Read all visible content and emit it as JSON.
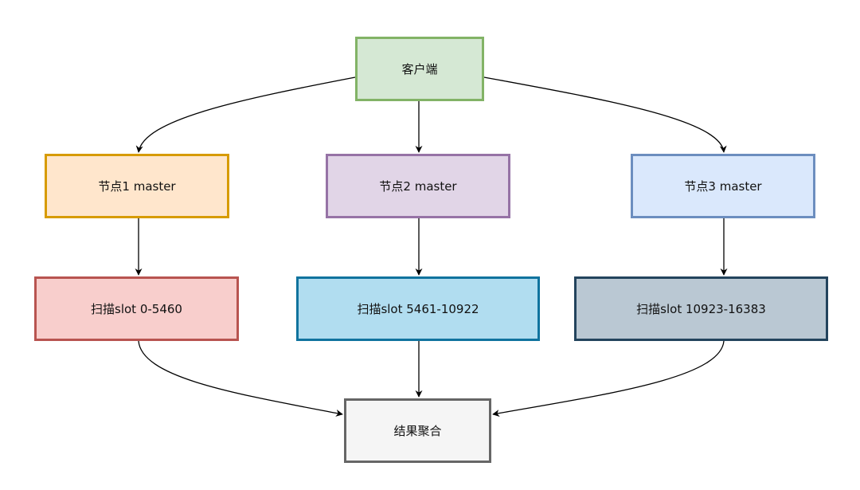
{
  "diagram": {
    "nodes": [
      {
        "id": "client",
        "label": "客户端",
        "fill": "#d5e8d4",
        "stroke": "#82b366"
      },
      {
        "id": "node1",
        "label": "节点1 master",
        "fill": "#ffe6cc",
        "stroke": "#d79b00"
      },
      {
        "id": "node2",
        "label": "节点2 master",
        "fill": "#e1d5e7",
        "stroke": "#9673a6"
      },
      {
        "id": "node3",
        "label": "节点3 master",
        "fill": "#dae8fc",
        "stroke": "#6c8ebf"
      },
      {
        "id": "scan1",
        "label": "扫描slot 0-5460",
        "fill": "#f8cecc",
        "stroke": "#b85450"
      },
      {
        "id": "scan2",
        "label": "扫描slot 5461-10922",
        "fill": "#b1ddf0",
        "stroke": "#10739e"
      },
      {
        "id": "scan3",
        "label": "扫描slot 10923-16383",
        "fill": "#bac8d3",
        "stroke": "#23445d"
      },
      {
        "id": "result",
        "label": "结果聚合",
        "fill": "#f5f5f5",
        "stroke": "#666666"
      }
    ],
    "edges": [
      {
        "from": "client",
        "to": "node1"
      },
      {
        "from": "client",
        "to": "node2"
      },
      {
        "from": "client",
        "to": "node3"
      },
      {
        "from": "node1",
        "to": "scan1"
      },
      {
        "from": "node2",
        "to": "scan2"
      },
      {
        "from": "node3",
        "to": "scan3"
      },
      {
        "from": "scan1",
        "to": "result"
      },
      {
        "from": "scan2",
        "to": "result"
      },
      {
        "from": "scan3",
        "to": "result"
      }
    ],
    "edge_color": "#000000"
  }
}
